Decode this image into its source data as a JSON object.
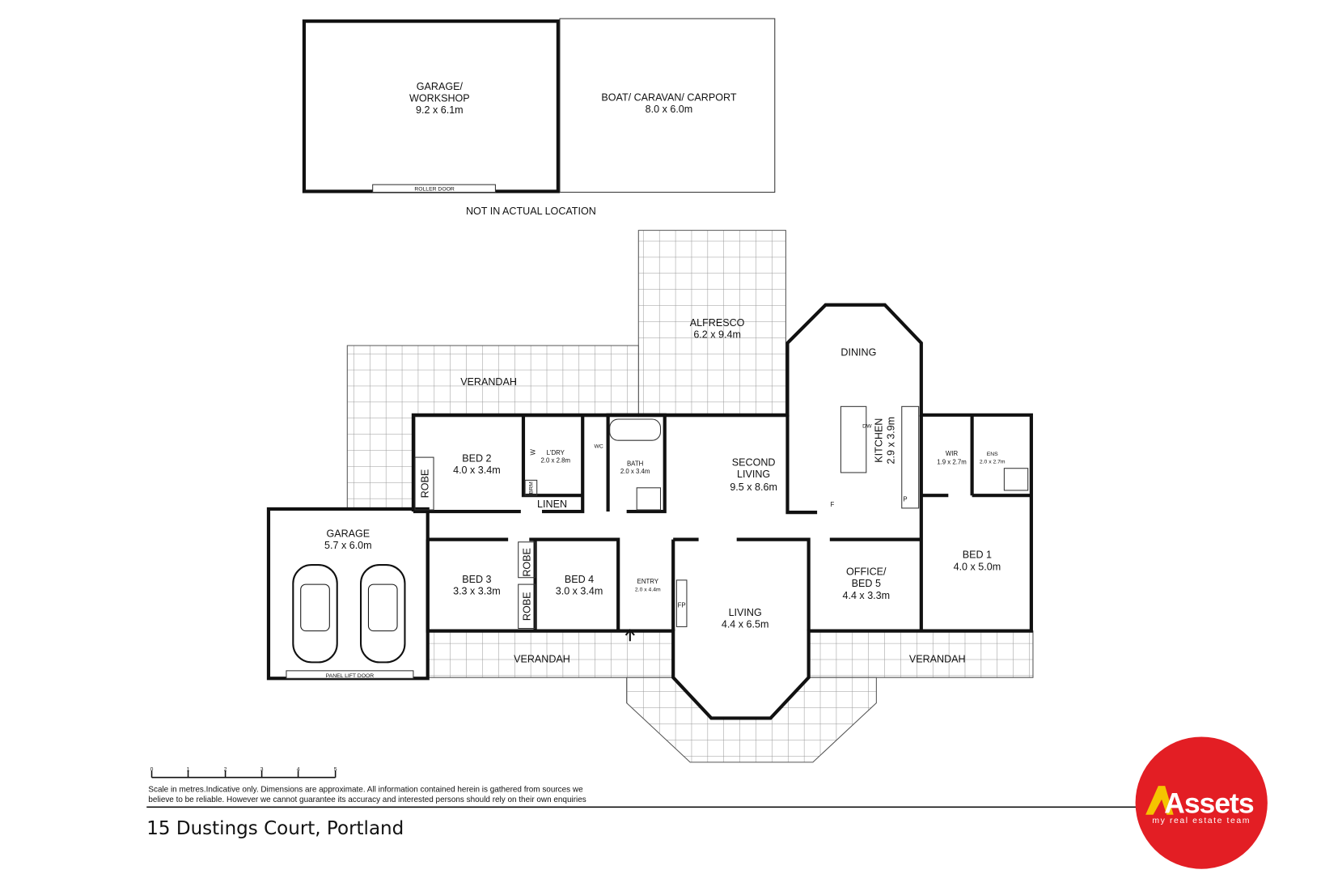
{
  "outbuildings": {
    "garage_workshop": {
      "name1": "GARAGE/",
      "name2": "WORKSHOP",
      "dims": "9.2 x 6.1m",
      "door": "ROLLER DOOR"
    },
    "carport": {
      "name": "BOAT/ CARAVAN/ CARPORT",
      "dims": "8.0 x 6.0m"
    },
    "note": "NOT IN ACTUAL LOCATION"
  },
  "rooms": {
    "alfresco": {
      "name": "ALFRESCO",
      "dims": "6.2 x 9.4m"
    },
    "dining": {
      "name": "DINING"
    },
    "verandah_top": {
      "name": "VERANDAH"
    },
    "verandah_bottom_left": {
      "name": "VERANDAH"
    },
    "verandah_bottom_right": {
      "name": "VERANDAH"
    },
    "bed2": {
      "name": "BED 2",
      "dims": "4.0 x 3.4m"
    },
    "robe_bed2": {
      "name": "ROBE"
    },
    "laundry": {
      "name": "L'DRY",
      "dims": "2.0 x 2.8m",
      "w": "W",
      "brm": "BRM"
    },
    "wc": {
      "name": "WC"
    },
    "bath": {
      "name": "BATH",
      "dims": "2.0 x 3.4m"
    },
    "linen": {
      "name": "LINEN"
    },
    "second_living": {
      "name1": "SECOND",
      "name2": "LIVING",
      "dims": "9.5 x 8.6m"
    },
    "kitchen": {
      "name": "KITCHEN",
      "dims": "2.9 x 3.9m",
      "dw": "DW",
      "f": "F",
      "p": "P"
    },
    "wir": {
      "name": "WIR",
      "dims": "1.9 x 2.7m"
    },
    "ens": {
      "name": "ENS",
      "dims": "2.0 x 2.7m"
    },
    "bed1": {
      "name": "BED 1",
      "dims": "4.0 x 5.0m"
    },
    "garage": {
      "name": "GARAGE",
      "dims": "5.7 x 6.0m",
      "door": "PANEL LIFT DOOR"
    },
    "bed3": {
      "name": "BED 3",
      "dims": "3.3 x 3.3m"
    },
    "robe_bed3": {
      "name": "ROBE"
    },
    "robe_bed4": {
      "name": "ROBE"
    },
    "bed4": {
      "name": "BED 4",
      "dims": "3.0 x 3.4m"
    },
    "entry": {
      "name": "ENTRY",
      "dims": "2.0 x 4.4m"
    },
    "living": {
      "name": "LIVING",
      "dims": "4.4 x 6.5m",
      "fp": "FP"
    },
    "office": {
      "name1": "OFFICE/",
      "name2": "BED 5",
      "dims": "4.4 x 3.3m"
    }
  },
  "scale": {
    "ticks": [
      "0",
      "1",
      "2",
      "3",
      "4",
      "5"
    ],
    "unit": "metres"
  },
  "disclaimer": {
    "line1": "Scale in metres.Indicative only. Dimensions are approximate. All information contained herein is gathered from sources we",
    "line2": "believe to be reliable. However we cannot guarantee its accuracy and interested persons should rely on their own enquiries"
  },
  "address": "15 Dustings Court, Portland",
  "logo": {
    "brand": "Assets",
    "tagline": "my real estate team",
    "color": "#e31e24",
    "accent": "#f5c400"
  }
}
